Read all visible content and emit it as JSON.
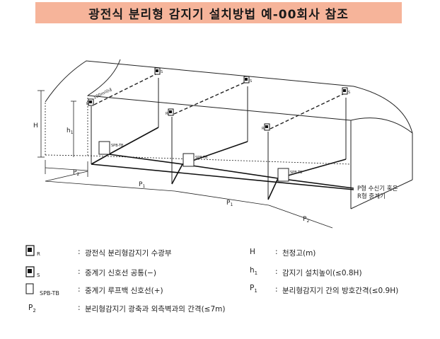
{
  "title": "광전식 분리형 감지기 설치방법 예-00회사 참조",
  "diagram": {
    "distance_label": "100m이내",
    "dim_H": "H",
    "dim_h1": "h",
    "dim_h1_sub": "1",
    "dim_P1": "P",
    "dim_P1_sub": "1",
    "dim_P2": "P",
    "dim_P2_sub": "2",
    "receiver_tag": "R",
    "sender_tag": "S",
    "terminal_tag": "SPB-TB",
    "end_note_line1": "P형  수신기 혹은",
    "end_note_line2": "R형  중계기"
  },
  "legend": {
    "receiver": {
      "symbol": "R",
      "text": "광전식 분리형감지기 수광부"
    },
    "sender": {
      "symbol": "S",
      "text": "중계기 신호선 공통(−)"
    },
    "terminal": {
      "symbol": "SPB-TB",
      "text": "중계기 루프백 신호선(+)"
    },
    "p2": {
      "symbol": "P",
      "sub": "2",
      "text": "분리형감지기 광축과 외측벽과의 간격(≤7m)"
    },
    "H": {
      "symbol": "H",
      "text": "천정고(m)"
    },
    "h1": {
      "symbol": "h",
      "sub": "1",
      "text": "감지기 설치높이(≤0.8H)"
    },
    "p1": {
      "symbol": "P",
      "sub": "1",
      "text": "분리형감지기 간의 방호간격(≤0.9H)"
    },
    "colon": ":"
  }
}
